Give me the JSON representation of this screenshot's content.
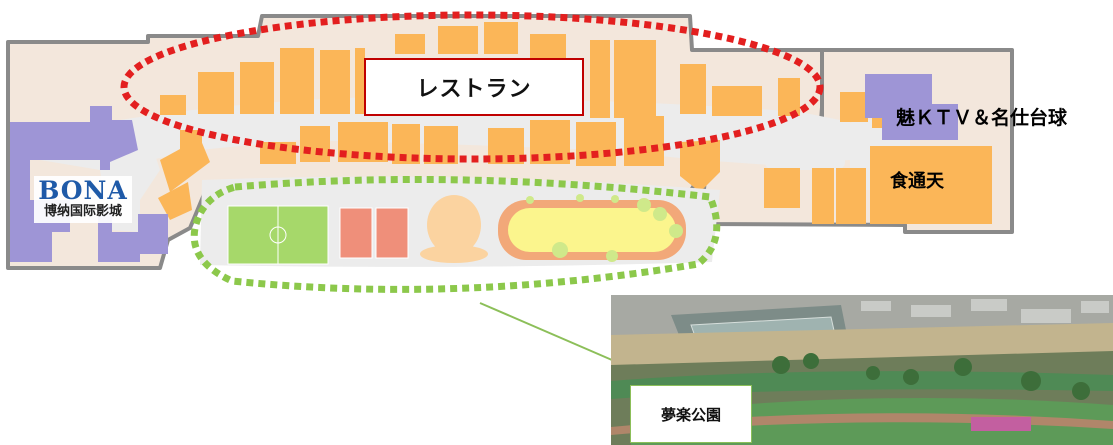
{
  "map": {
    "labels": {
      "restaurant": "レストラン",
      "ktv": "魅ＫＴＶ＆名仕台球",
      "food_court": "食通天",
      "park": "夢楽公園"
    },
    "cinema": {
      "brand": "BONA",
      "chinese_name": "博纳国际影城"
    }
  },
  "colors": {
    "floor": "#f3e7dc",
    "walkway": "#ececec",
    "wall": "#8a8a8a",
    "shop": "#fbb658",
    "cinema": "#9e95d6",
    "court": "#a6d86a",
    "tennis_court": "#ef8f7a",
    "garden": "#fbf58d",
    "track": "#f2a879",
    "restaurant_zone_outline": "#e31f1f",
    "park_zone_outline": "#8cc84b",
    "leader_line": "#8cbf59"
  }
}
